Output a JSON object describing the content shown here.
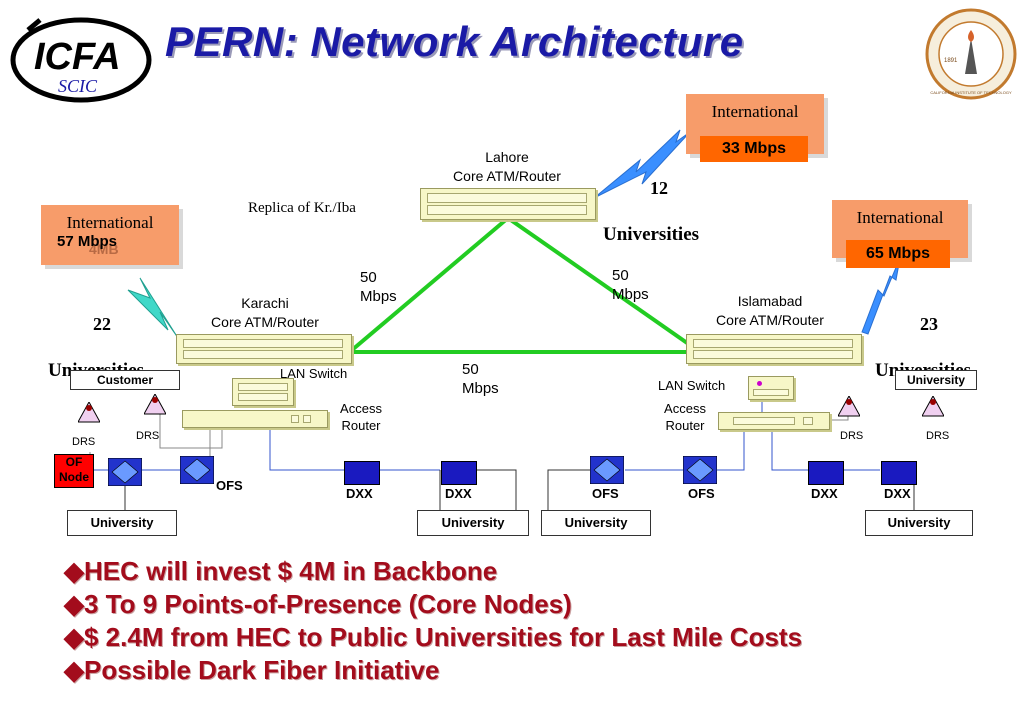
{
  "title": "PERN: Network Architecture",
  "logo_left": {
    "main": "ICFA",
    "sub": "SCIC"
  },
  "seal": {
    "text": "CALIFORNIA INSTITUTE OF TECHNOLOGY",
    "year": "1891"
  },
  "core_nodes": {
    "lahore": {
      "line1": "Lahore",
      "line2": "Core ATM/Router"
    },
    "karachi": {
      "line1": "Karachi",
      "line2": "Core ATM/Router"
    },
    "islamabad": {
      "line1": "Islamabad",
      "line2": "Core ATM/Router"
    }
  },
  "replica_label": "Replica of Kr./Iba",
  "links": {
    "lahore_karachi": {
      "line1": "50",
      "line2": "Mbps"
    },
    "lahore_islamabad": {
      "line1": "50",
      "line2": "Mbps"
    },
    "karachi_islamabad": {
      "line1": "50",
      "line2": "Mbps"
    }
  },
  "international": {
    "top": {
      "title": "International",
      "speed": "33 Mbps"
    },
    "left": {
      "title": "International",
      "speed": "57 Mbps",
      "ghost": "4MB"
    },
    "right": {
      "title": "International",
      "speed": "65 Mbps"
    }
  },
  "universities_counts": {
    "lahore": {
      "num": "12",
      "word": "Universities"
    },
    "karachi": {
      "num": "22",
      "word": "Universities"
    },
    "islamabad": {
      "num": "23",
      "word": "Universities"
    }
  },
  "karachi_side": {
    "customer": "Customer",
    "lan_switch": "LAN Switch",
    "access_router": {
      "line1": "Access",
      "line2": "Router"
    },
    "drs1": "DRS",
    "drs2": "DRS",
    "of_node": {
      "line1": "OF",
      "line2": "Node"
    },
    "ofs": "OFS",
    "dxx1": "DXX",
    "dxx2": "DXX",
    "university1": "University",
    "university2": "University"
  },
  "islamabad_side": {
    "university_top": "University",
    "lan_switch": "LAN Switch",
    "access_router": {
      "line1": "Access",
      "line2": "Router"
    },
    "drs1": "DRS",
    "drs2": "DRS",
    "ofs1": "OFS",
    "ofs2": "OFS",
    "dxx1": "DXX",
    "dxx2": "DXX",
    "university1": "University",
    "university2": "University"
  },
  "bullets": [
    "HEC will invest $ 4M in Backbone",
    "3 To 9 Points-of-Presence (Core Nodes)",
    "$ 2.4M from HEC to Public Universities for Last Mile Costs",
    "Possible Dark Fiber Initiative"
  ],
  "colors": {
    "title": "#1a1aa6",
    "bullets": "#a30c1c",
    "backbone": "#22cc22",
    "international_box": "#f79c6a",
    "speed_box": "#ff6600"
  }
}
